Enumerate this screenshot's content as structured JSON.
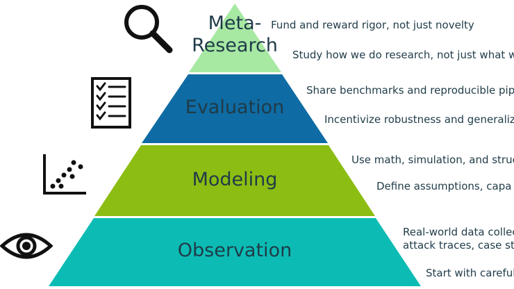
{
  "tiers": [
    {
      "label_lines": [
        "Meta-",
        "Research"
      ],
      "color": "#a7e8a3",
      "icon": "magnifier-icon",
      "notes": [
        "Fund and reward rigor, not just novelty",
        "Study how we do research, not just what w"
      ]
    },
    {
      "label_lines": [
        "Evaluation"
      ],
      "color": "#0f6ba3",
      "icon": "checklist-icon",
      "notes": [
        "Share benchmarks and reproducible pip",
        "Incentivize robustness and generaliz"
      ]
    },
    {
      "label_lines": [
        "Modeling"
      ],
      "color": "#8cbd12",
      "icon": "scatter-plot-icon",
      "notes": [
        "Use math, simulation, and struc",
        "Define assumptions, capa"
      ]
    },
    {
      "label_lines": [
        "Observation"
      ],
      "color": "#0cbcb4",
      "icon": "eye-icon",
      "notes": [
        "Real-world data collec",
        "attack traces, case st",
        "Start with careful"
      ]
    }
  ]
}
